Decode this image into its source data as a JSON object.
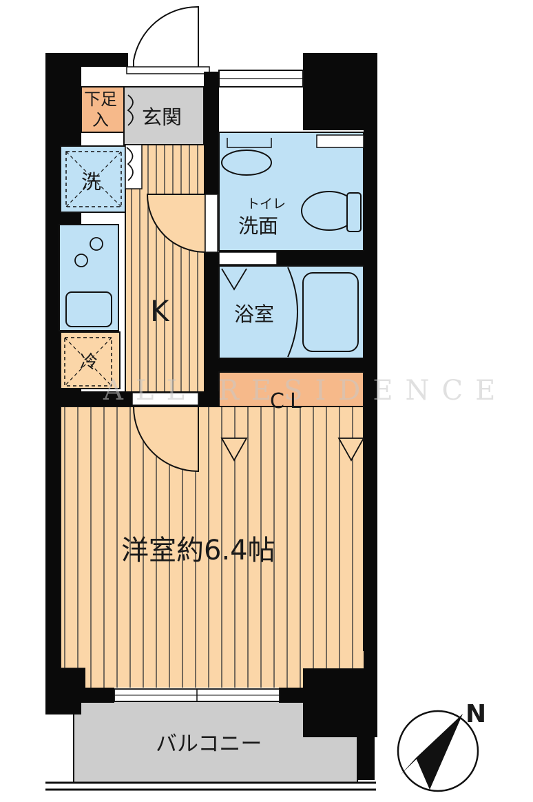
{
  "rooms": {
    "shoe_storage": {
      "line1": "下足",
      "line2": "入"
    },
    "entrance": "玄関",
    "washer": "洗",
    "toilet_small": "トイレ",
    "washroom": "洗面",
    "kitchen": "K",
    "bath": "浴室",
    "fridge": "冷",
    "closet": "CL",
    "western_room": "洋室約6.4帖",
    "balcony": "バルコニー"
  },
  "watermark": "ALL RESIDENCE",
  "compass": {
    "north_label": "N"
  },
  "colors": {
    "wall": "#0a0a0a",
    "floor": "#fbd6a8",
    "wet_area": "#bfe1f5",
    "closet": "#f6b98a",
    "entrance": "#cfcfcf",
    "balcony": "#cdcdcd"
  }
}
